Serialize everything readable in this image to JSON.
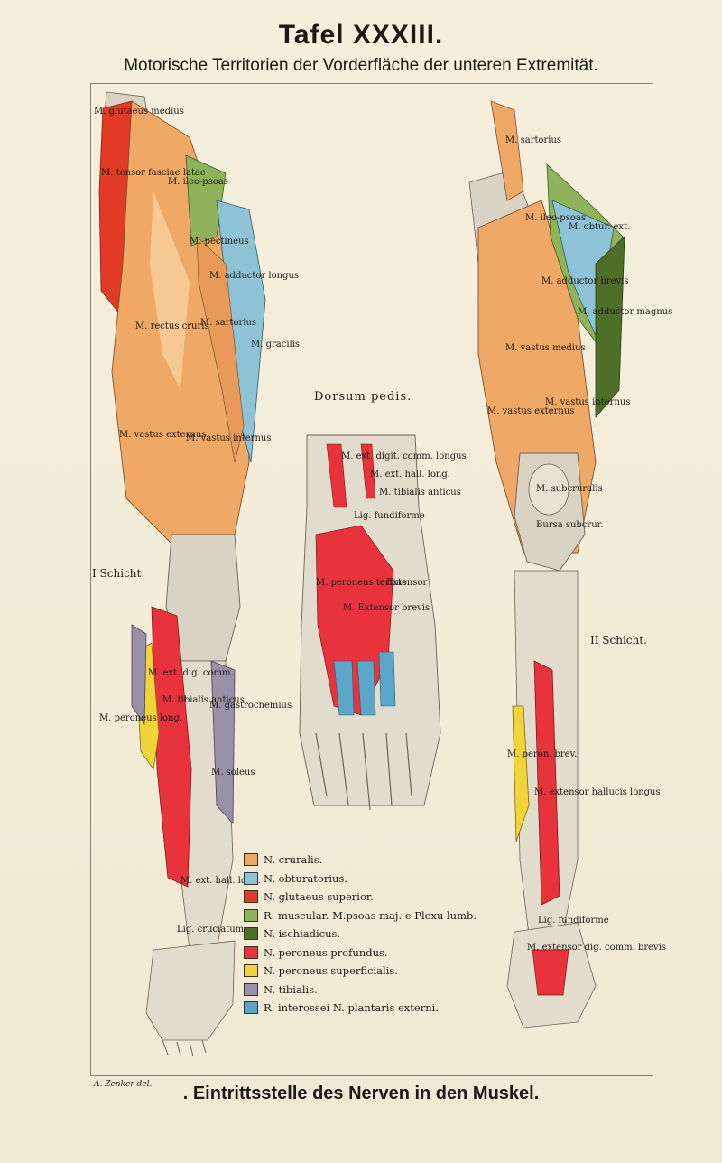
{
  "title": "Tafel XXXIII.",
  "subtitle": "Motorische Territorien der Vorderfläche der unteren Extremität.",
  "caption": ". Eintrittsstelle des Nerven in den Muskel.",
  "artist": "A. Zenker del.",
  "dorsum_title": "Dorsum pedis.",
  "schicht_left": "I Schicht.",
  "schicht_right": "II Schicht.",
  "colors": {
    "cruralis": "#f0a866",
    "obturatorius": "#8ec3d6",
    "glutaeus": "#e23a25",
    "psoas": "#8fb35a",
    "ischiadicus": "#5a7a2e",
    "peroneus_prof": "#e8323c",
    "peroneus_sup": "#f1d43a",
    "tibialis": "#9a90a8",
    "interossei": "#5aa6c8",
    "bone": "#d9d3c4"
  },
  "legend": [
    {
      "label": "N. cruralis.",
      "color": "#f0a866"
    },
    {
      "label": "N. obturatorius.",
      "color": "#8ec3d6"
    },
    {
      "label": "N. glutaeus superior.",
      "color": "#e23a25"
    },
    {
      "label": "R. muscular. M.psoas maj. e Plexu lumb.",
      "color": "#8fb35a"
    },
    {
      "label": "N. ischiadicus.",
      "color": "#4e6f28"
    },
    {
      "label": "N. peroneus profundus.",
      "color": "#e8323c"
    },
    {
      "label": "N. peroneus superficialis.",
      "color": "#f1d43a"
    },
    {
      "label": "N. tibialis.",
      "color": "#9a90a8"
    },
    {
      "label": "R. interossei N. plantaris externi.",
      "color": "#5aa6c8"
    }
  ],
  "labels_left": {
    "glut_med": "M. glutaeus medius",
    "tensor": "M. tensor fasciae latae",
    "ileo": "M. ileo-psoas",
    "pect": "M. pectineus",
    "add_long": "M. adductor longus",
    "sart": "M. sartorius",
    "rectus": "M. rectus cruris",
    "gracilis": "M. gracilis",
    "vast_ext": "M. vastus externus",
    "vast_int": "M. vastus internus",
    "tib_ant": "M. tibialis anticus",
    "ext_dig": "M. ext. dig. comm.",
    "peron_long": "M. peroneus long.",
    "gastro": "M. gastrocnemius",
    "soleus": "M. soleus",
    "ext_hall": "M. ext. hall. long.",
    "cruciat": "Lig. cruciatum"
  },
  "labels_right": {
    "sart": "M. sartorius",
    "ileo": "M. ileo-psoas",
    "obt_ext": "M. obtur. ext.",
    "add_brev": "M. adductor brevis",
    "add_mag": "M. adductor magnus",
    "vast_med": "M. vastus medius",
    "vast_ext": "M. vastus externus",
    "vast_int": "M. vastus internus",
    "subcrur": "M. subcruralis",
    "bursa": "Bursa subcrur.",
    "peron_brev": "M. peron. brev.",
    "ext_hall": "M. extensor hallucis longus",
    "ext_dig_brev": "M. extensor dig. comm. brevis",
    "fundiforme": "Lig. fundiforme"
  },
  "labels_foot": {
    "ext_dig_long": "M. ext. digit. comm. longus",
    "ext_hall_long": "M. ext. hall. long.",
    "tib_ant": "M. tibialis anticus",
    "fundiforme": "Lig. fundiforme",
    "peron_tert": "M. peroneus tertius",
    "ext_brevis": "M. Extensor brevis",
    "extensor": "Extensor"
  }
}
